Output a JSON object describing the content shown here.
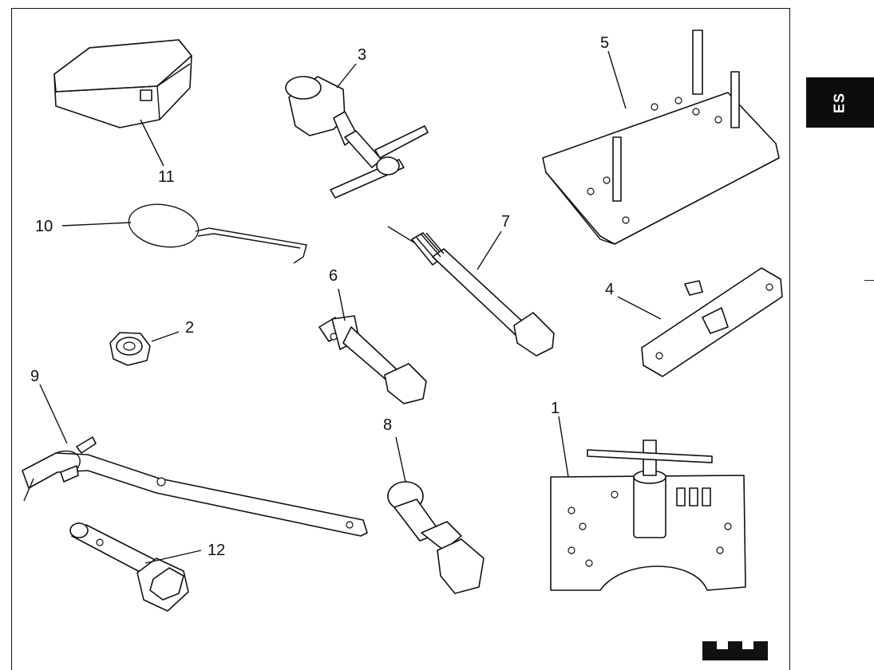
{
  "language_tab": {
    "label": "ES"
  },
  "callouts": [
    {
      "id": "1",
      "label": "1"
    },
    {
      "id": "2",
      "label": "2"
    },
    {
      "id": "3",
      "label": "3"
    },
    {
      "id": "4",
      "label": "4"
    },
    {
      "id": "5",
      "label": "5"
    },
    {
      "id": "6",
      "label": "6"
    },
    {
      "id": "7",
      "label": "7"
    },
    {
      "id": "8",
      "label": "8"
    },
    {
      "id": "9",
      "label": "9"
    },
    {
      "id": "10",
      "label": "10"
    },
    {
      "id": "11",
      "label": "11"
    },
    {
      "id": "12",
      "label": "12"
    }
  ],
  "colors": {
    "ink": "#111111",
    "tab_bg": "#0d0d0d",
    "tab_text": "#ffffff"
  },
  "icons": {
    "brand_logo": "crown-logo-icon"
  }
}
